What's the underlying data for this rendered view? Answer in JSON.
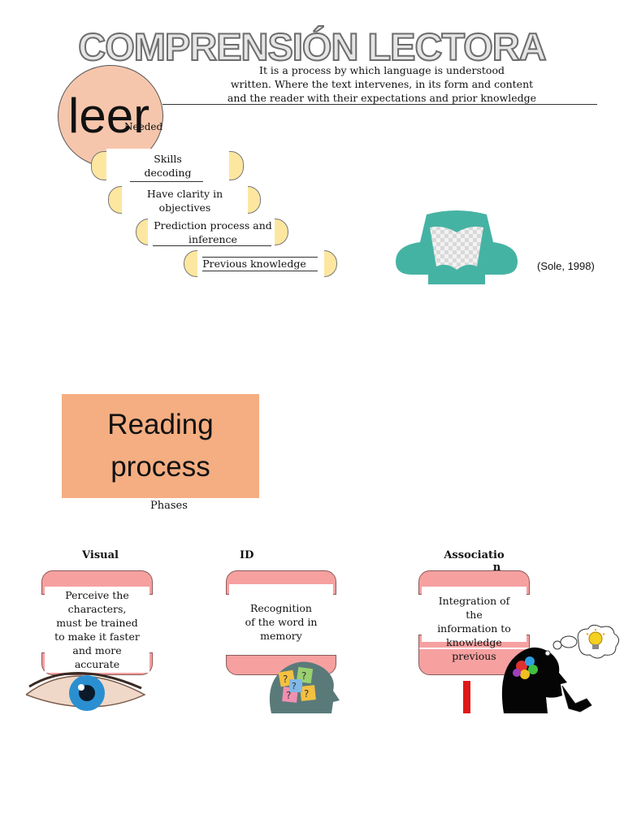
{
  "title": "COMPRENSIÓN LECTORA",
  "definition": [
    "It is a process by which language is understood",
    "written. Where the text intervenes, in its form and content",
    "and the reader with their expectations and prior knowledge"
  ],
  "circle_word": "leer",
  "needed_label": "Needed",
  "skills": [
    {
      "lines": [
        "Skills",
        "decoding"
      ]
    },
    {
      "lines": [
        "Have clarity in",
        "objectives"
      ]
    },
    {
      "lines": [
        "Prediction process and",
        "inference"
      ]
    },
    {
      "lines": [
        "Previous knowledge"
      ]
    }
  ],
  "citation": "(Sole, 1998)",
  "reading_process": [
    "Reading",
    "process"
  ],
  "phases_label": "Phases",
  "phases": [
    {
      "title": "Visual",
      "description": [
        "Perceive the",
        "characters,",
        "must be trained",
        "to make it faster",
        "and more",
        "accurate"
      ]
    },
    {
      "title": "ID",
      "description": [
        "Recognition",
        "of the word in",
        "memory"
      ]
    },
    {
      "title": [
        "Associatio",
        "n"
      ],
      "description": [
        "Integration of",
        "the",
        "information to",
        "knowledge",
        "previous"
      ]
    }
  ],
  "question_mark": "?",
  "colors": {
    "peach": "#f6c6ac",
    "yellow": "#fde7a0",
    "teal": "#45b3a3",
    "orange_box": "#f4ae82",
    "pink": "#f6a0a0",
    "eye_blue": "#2a8fd0"
  },
  "icons": [
    "open-book-icon",
    "eye-icon",
    "head-question-marks-icon",
    "thinking-person-icon",
    "lightbulb-icon"
  ]
}
